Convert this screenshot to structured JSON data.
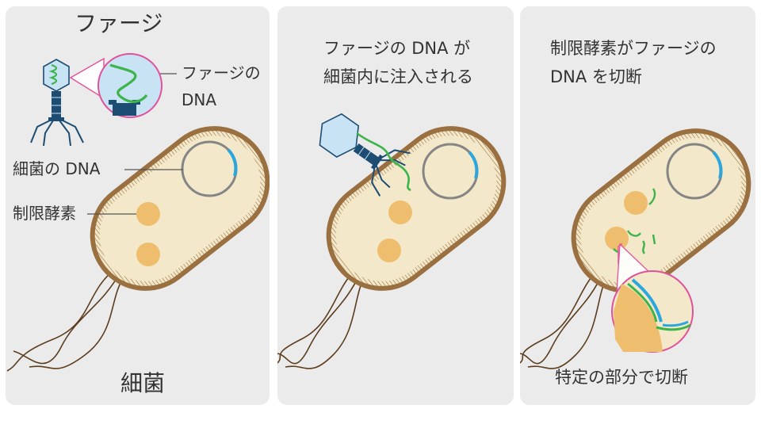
{
  "panel1": {
    "title": "ファージ",
    "phage_dna_label_line1": "ファージの",
    "phage_dna_label_line2": "DNA",
    "bacteria_dna_label": "細菌の DNA",
    "restriction_enzyme_label": "制限酵素",
    "bacterium_label": "細菌"
  },
  "panel2": {
    "caption_line1": "ファージの DNA が",
    "caption_line2": "細菌内に注入される"
  },
  "panel3": {
    "caption_line1": "制限酵素がファージの",
    "caption_line2": "DNA を切断",
    "bottom_caption": "特定の部分で切断"
  },
  "colors": {
    "panel_bg": "#ebebeb",
    "cell_fill": "#f3e8c9",
    "cell_outline": "#9a7040",
    "enzyme": "#eebe6e",
    "dna_ring": "#858585",
    "dna_accent": "#2aa7df",
    "phage_dna": "#3cb44b",
    "phage_head": "#c8e3f4",
    "phage_body": "#1d4d72",
    "magnifier": "#e0519a",
    "flagella": "#5c3d1e"
  }
}
